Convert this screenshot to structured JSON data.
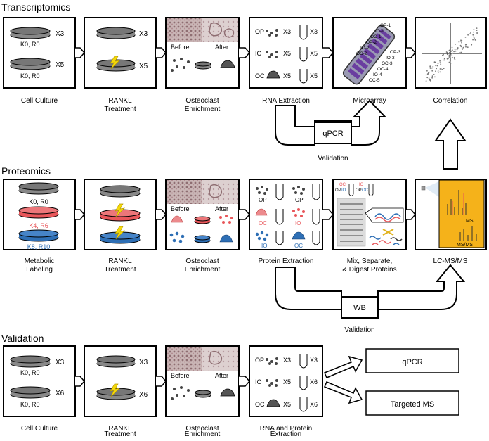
{
  "sections": {
    "transcriptomics": "Transcriptomics",
    "proteomics": "Proteomics",
    "validation": "Validation"
  },
  "row1": {
    "cap1": "Cell Culture",
    "cap2a": "RANKL",
    "cap2b": "Treatment",
    "cap3a": "Osteoclast",
    "cap3b": "Enrichment",
    "cap4": "RNA Extraction",
    "cap5": "Microarray",
    "cap6": "Correlation",
    "dish1_label": "K0, R0",
    "dish1_count": "X3",
    "dish2_label": "K0, R0",
    "dish2_count": "X5",
    "treat1_count": "X3",
    "treat2_count": "X5",
    "before": "Before",
    "after": "After",
    "op": "OP",
    "io": "IO",
    "oc": "OC",
    "n_op": "X3",
    "n_io": "X5",
    "n_oc": "X5",
    "t_op": "X3",
    "t_io": "X5",
    "t_oc": "X5",
    "chip_left": [
      "OP-1",
      "IO-1",
      "OC-1",
      "OP-2",
      "IO-2",
      "OC-2"
    ],
    "chip_right": [
      "OP-3",
      "IO-3",
      "OC-3",
      "OC-4",
      "IO-4",
      "OC-5"
    ],
    "qpcr": "qPCR",
    "validation": "Validation"
  },
  "row2": {
    "cap1a": "Metabolic",
    "cap1b": "Labeling",
    "cap2a": "RANKL",
    "cap2b": "Treatment",
    "cap3a": "Osteoclast",
    "cap3b": "Enrichment",
    "cap4": "Protein Extraction",
    "cap5a": "Mix, Separate,",
    "cap5b": "& Digest Proteins",
    "cap6": "LC-MS/MS",
    "dish1": "K0, R0",
    "dish2": "K4, R6",
    "dish3": "K8, R10",
    "before": "Before",
    "after": "After",
    "op": "OP",
    "io": "IO",
    "oc": "OC",
    "ms": "MS",
    "msms": "MS/MS",
    "wb": "WB",
    "validation": "Validation"
  },
  "row3": {
    "cap1": "Cell Culture",
    "cap2a": "RANKL",
    "cap2b": "Treatment",
    "cap3a": "Osteoclast",
    "cap3b": "Enrichment",
    "cap4a": "RNA and Protein",
    "cap4b": "Extraction",
    "dish1_label": "K0, R0",
    "dish1_count": "X3",
    "dish2_label": "K0, R0",
    "dish2_count": "X6",
    "treat1_count": "X3",
    "treat2_count": "X6",
    "before": "Before",
    "after": "After",
    "op": "OP",
    "io": "IO",
    "oc": "OC",
    "n_op": "X3",
    "n_io": "X5",
    "n_oc": "X5",
    "t_op": "X3",
    "t_io": "X6",
    "t_oc": "X6",
    "out1": "qPCR",
    "out2": "Targeted MS"
  },
  "colors": {
    "red": "#e8565a",
    "blue": "#2e6fb5",
    "orange": "#f5b21a",
    "purple": "#6a3ea0",
    "chip": "#9a9ab3"
  }
}
